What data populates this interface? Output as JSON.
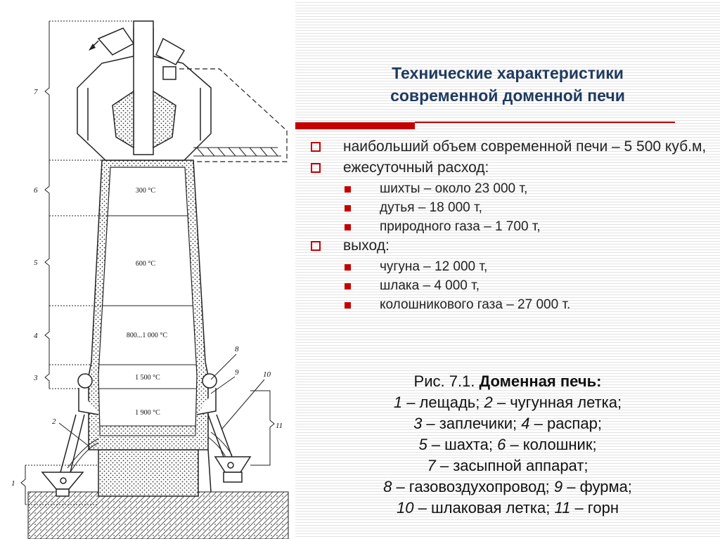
{
  "title_lines": [
    "Технические характеристики",
    "современной доменной печи"
  ],
  "bullets": {
    "b1": "наибольший объем современной печи – 5 500 куб.м,",
    "b2": "ежесуточный расход:",
    "b2_items": [
      "шихты – около 23 000 т,",
      "дутья – 18 000 т,",
      "природного газа – 1 700 т,"
    ],
    "b3": "выход:",
    "b3_items": [
      "чугуна – 12 000 т,",
      "шлака – 4 000 т,",
      "колошникового газа – 27 000 т."
    ]
  },
  "caption": {
    "prefix": "Рис. 7.1. ",
    "title": "Доменная печь:",
    "lines": [
      [
        {
          "n": "1",
          "t": " – лещадь; "
        },
        {
          "n": "2",
          "t": " – чугунная летка;"
        }
      ],
      [
        {
          "n": "3",
          "t": " – заплечики; "
        },
        {
          "n": "4",
          "t": " – распар;"
        }
      ],
      [
        {
          "n": "5",
          "t": " – шахта; "
        },
        {
          "n": "6",
          "t": " – колошник;"
        }
      ],
      [
        {
          "n": "7",
          "t": " – засыпной аппарат;"
        }
      ],
      [
        {
          "n": "8",
          "t": " – газовоздухопровод; "
        },
        {
          "n": "9",
          "t": " – фурма;"
        }
      ],
      [
        {
          "n": "10",
          "t": " – шлаковая летка; "
        },
        {
          "n": "11",
          "t": " – горн"
        }
      ]
    ]
  },
  "diagram": {
    "temps": [
      "300 °C",
      "600 °C",
      "800...1 000 °C",
      "1 500 °C",
      "1 900 °C"
    ],
    "zone_labels": [
      "7",
      "6",
      "5",
      "4",
      "3",
      "1"
    ],
    "callouts": [
      "8",
      "9",
      "10",
      "2",
      "11"
    ]
  },
  "colors": {
    "accent": "#c40000",
    "title": "#1f3a5f"
  }
}
